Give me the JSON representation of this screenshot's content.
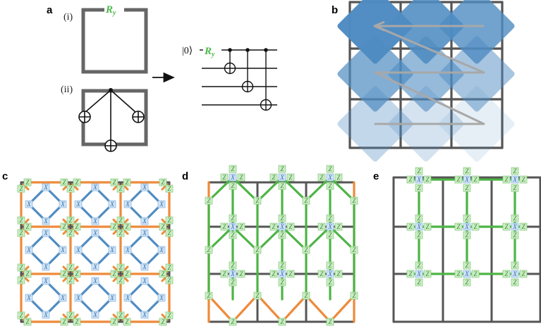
{
  "panels": {
    "a": {
      "label": "a",
      "sub_i": "(i)",
      "sub_ii": "(ii)",
      "rgate": "R",
      "rgate_sub": "y",
      "ket": "|0⟩"
    },
    "b": {
      "label": "b"
    },
    "c": {
      "label": "c",
      "x_text": "X",
      "z_text": "Z"
    },
    "d": {
      "label": "d",
      "x_text": "X",
      "z_text": "Z"
    },
    "e": {
      "label": "e",
      "x_text": "X",
      "z_text": "Z"
    }
  },
  "colors": {
    "grid": "#555555",
    "orange": "#ee8a3a",
    "blue": "#4f8cc2",
    "green": "#4db445",
    "z_fill": "#cdeec6",
    "z_stroke": "#7fc777",
    "x_fill": "#cfe3f6",
    "x_stroke": "#86b3dd",
    "cnot_fill": "#b8dfb1"
  },
  "icons": {
    "arrow": "right-arrow-icon",
    "cnot_target": "circle-plus-icon"
  }
}
